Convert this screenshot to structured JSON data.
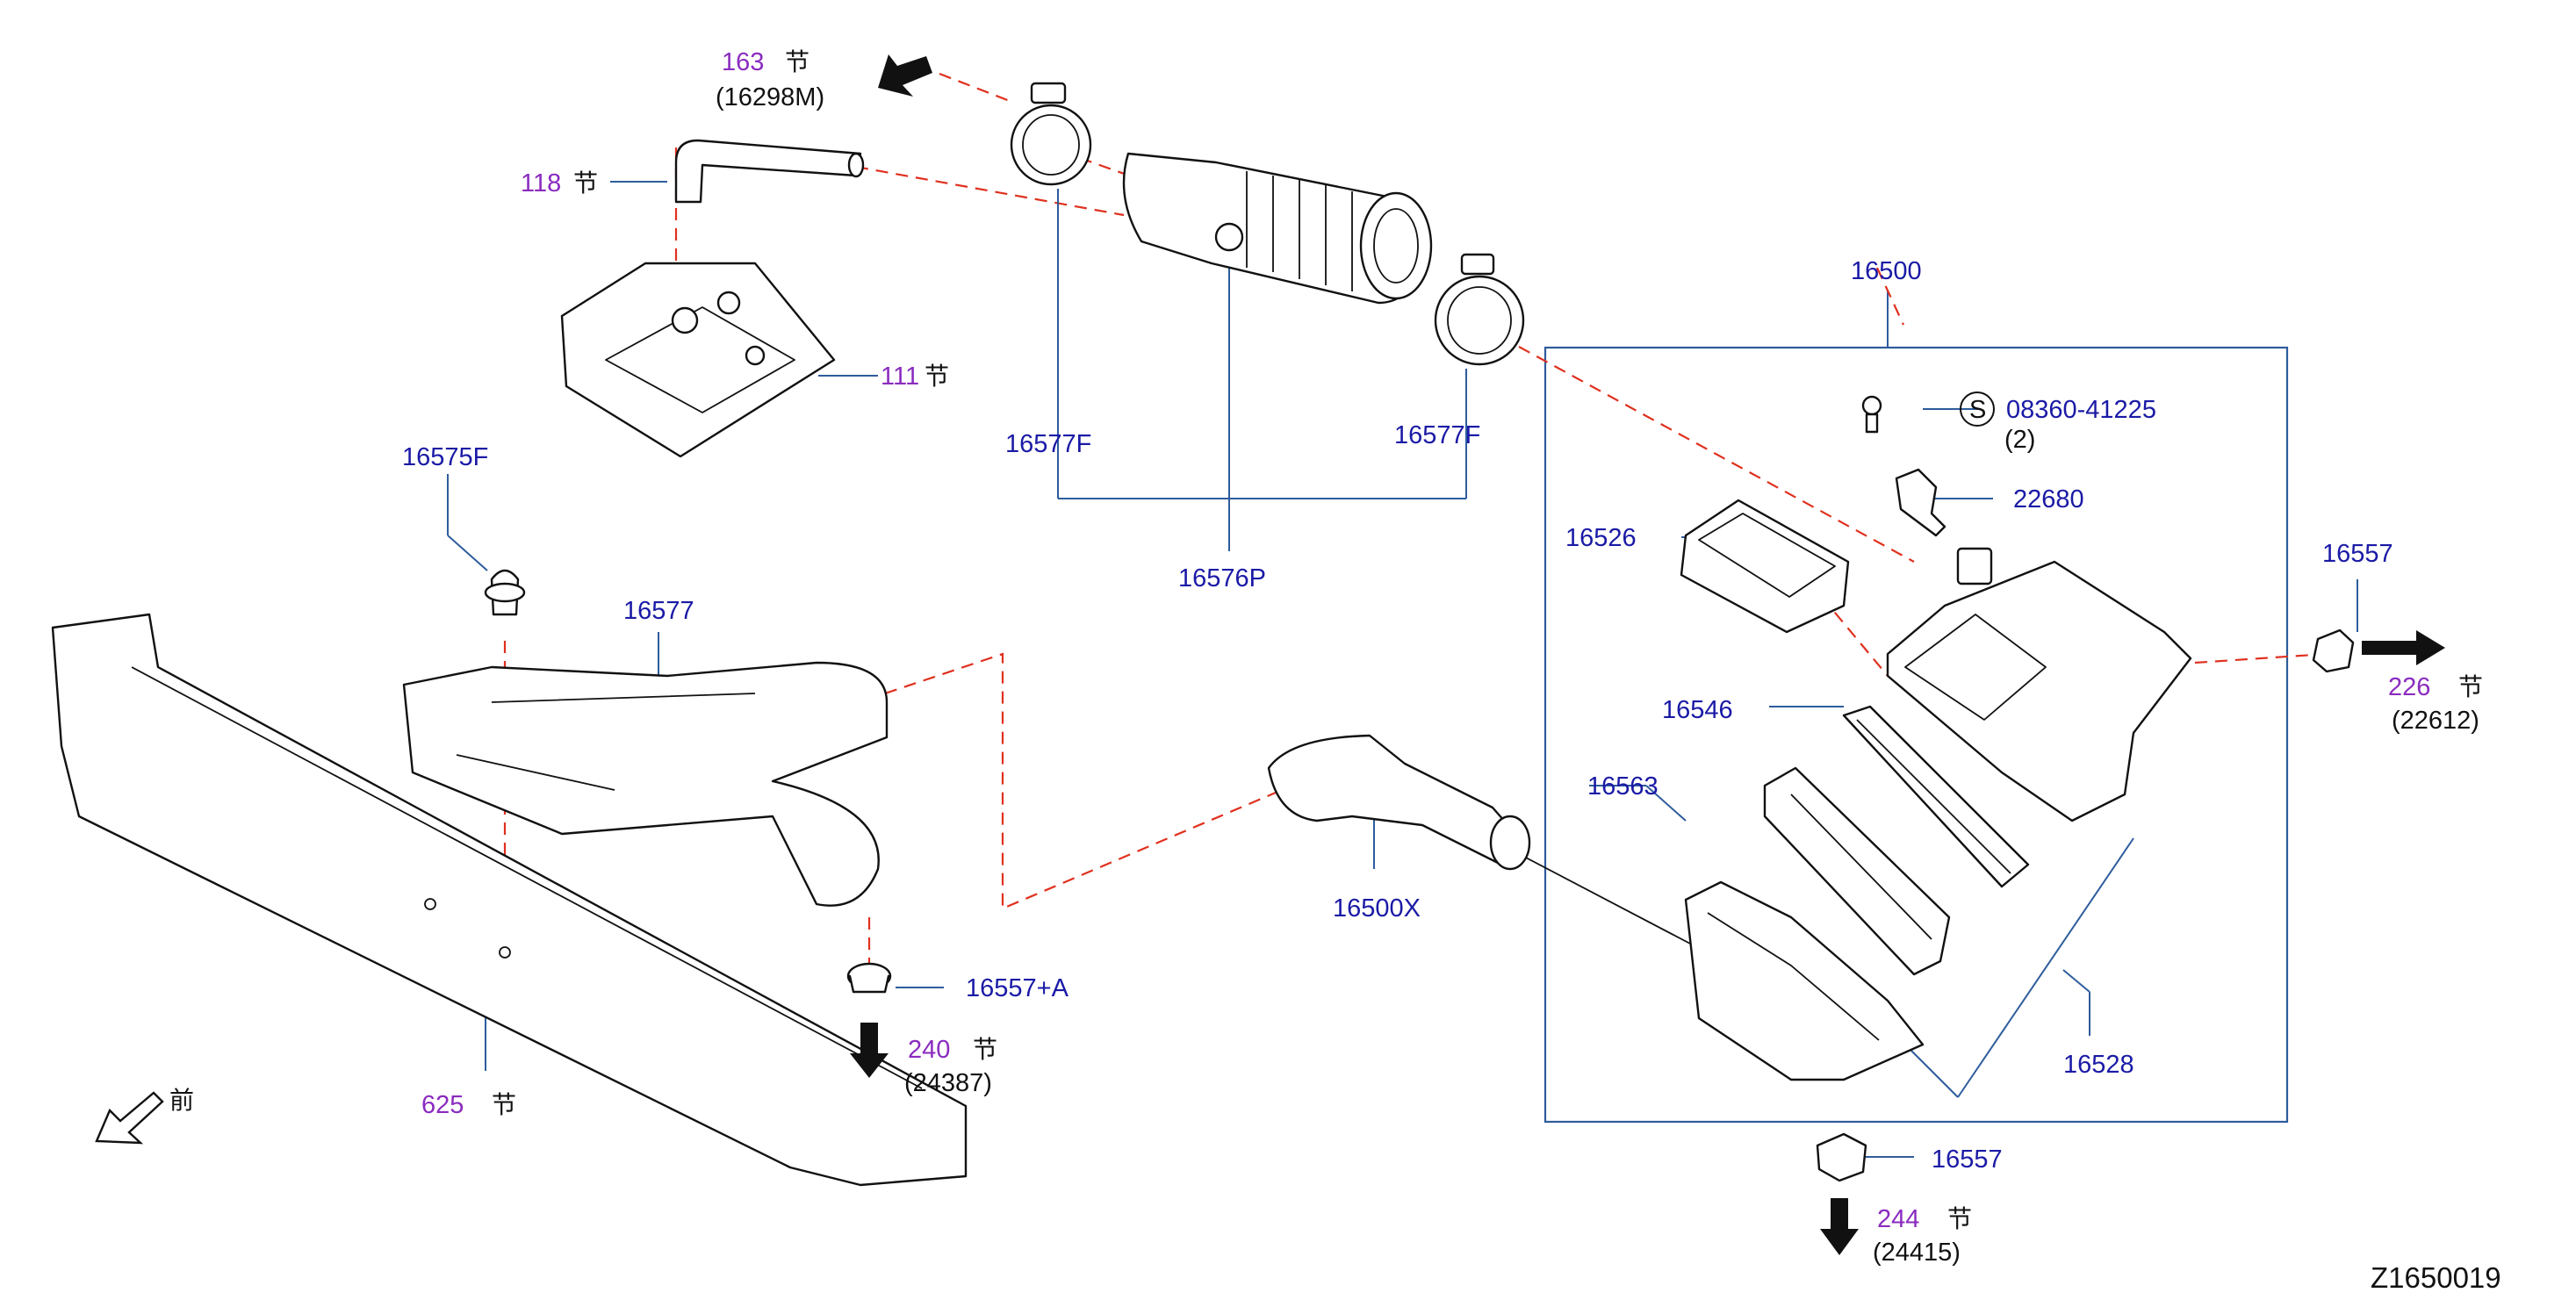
{
  "diagram": {
    "callouts": {
      "c163": {
        "num": "163",
        "mark": "节",
        "sub": "(16298M)"
      },
      "c118": {
        "num": "118",
        "mark": "节"
      },
      "c111": {
        "num": "111",
        "mark": "节"
      },
      "c16575F": {
        "num": "16575F"
      },
      "c16577": {
        "num": "16577"
      },
      "c16577F_left": {
        "num": "16577F"
      },
      "c16577F_right": {
        "num": "16577F"
      },
      "c16576P": {
        "num": "16576P"
      },
      "c16500": {
        "num": "16500"
      },
      "c08360": {
        "symbol": "S",
        "num": "08360-41225",
        "qty": "(2)"
      },
      "c22680": {
        "num": "22680"
      },
      "c16526": {
        "num": "16526"
      },
      "c16557_right": {
        "num": "16557"
      },
      "c226": {
        "num": "226",
        "mark": "节",
        "sub": "(22612)"
      },
      "c16546": {
        "num": "16546"
      },
      "c16563": {
        "num": "16563"
      },
      "c16500X": {
        "num": "16500X"
      },
      "c16557A": {
        "num": "16557+A"
      },
      "c240": {
        "num": "240",
        "mark": "节",
        "sub": "(24387)"
      },
      "c625": {
        "num": "625",
        "mark": "节"
      },
      "c16528": {
        "num": "16528"
      },
      "c16557_bottom": {
        "num": "16557"
      },
      "c244": {
        "num": "244",
        "mark": "节",
        "sub": "(24415)"
      },
      "front": {
        "mark": "前"
      }
    },
    "code": "Z1650019",
    "colors": {
      "part_number": "#1a1aa6",
      "section_ref": "#8a2bbf",
      "leader_line": "#2e5c9c",
      "dashed_link": "#e0301e",
      "outline": "#111111"
    }
  }
}
